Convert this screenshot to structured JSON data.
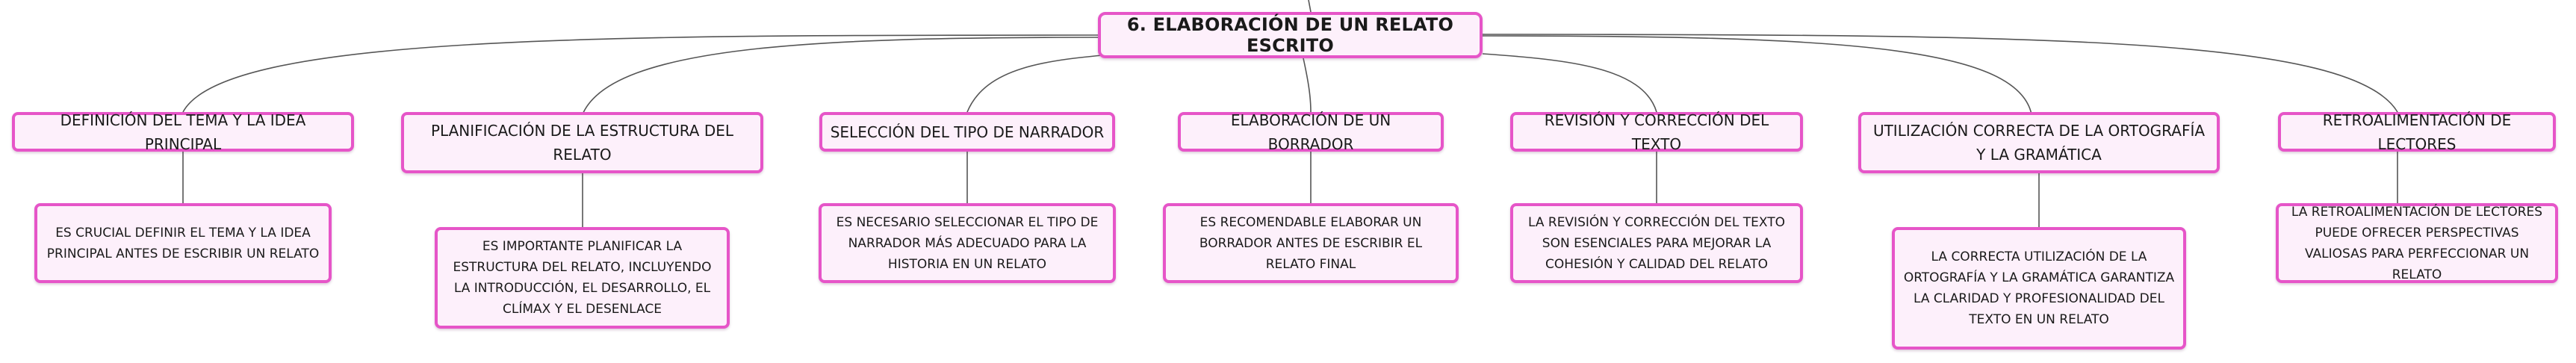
{
  "root": {
    "label": "6. ELABORACIÓN DE UN RELATO ESCRITO"
  },
  "branches": [
    {
      "label": "DEFINICIÓN DEL TEMA Y LA IDEA PRINCIPAL",
      "detail": "ES CRUCIAL DEFINIR EL TEMA Y LA IDEA PRINCIPAL ANTES DE ESCRIBIR UN RELATO"
    },
    {
      "label": "PLANIFICACIÓN DE LA ESTRUCTURA DEL RELATO",
      "detail": "ES IMPORTANTE PLANIFICAR LA ESTRUCTURA DEL RELATO, INCLUYENDO LA INTRODUCCIÓN, EL DESARROLLO, EL CLÍMAX Y EL DESENLACE"
    },
    {
      "label": "SELECCIÓN DEL TIPO DE NARRADOR",
      "detail": "ES NECESARIO SELECCIONAR EL TIPO DE NARRADOR MÁS ADECUADO PARA LA HISTORIA EN UN RELATO"
    },
    {
      "label": "ELABORACIÓN DE UN BORRADOR",
      "detail": "ES RECOMENDABLE ELABORAR UN BORRADOR ANTES DE ESCRIBIR EL RELATO FINAL"
    },
    {
      "label": "REVISIÓN Y CORRECCIÓN DEL TEXTO",
      "detail": "LA REVISIÓN Y CORRECCIÓN DEL TEXTO SON ESENCIALES PARA MEJORAR LA COHESIÓN Y CALIDAD DEL RELATO"
    },
    {
      "label": "UTILIZACIÓN CORRECTA DE LA ORTOGRAFÍA Y LA GRAMÁTICA",
      "detail": "LA CORRECTA UTILIZACIÓN DE LA ORTOGRAFÍA Y LA GRAMÁTICA GARANTIZA LA CLARIDAD Y PROFESIONALIDAD DEL TEXTO EN UN RELATO"
    },
    {
      "label": "RETROALIMENTACIÓN DE LECTORES",
      "detail": "LA RETROALIMENTACIÓN DE LECTORES PUEDE OFRECER PERSPECTIVAS VALIOSAS PARA PERFECCIONAR UN RELATO"
    }
  ],
  "colors": {
    "node_fill": "#fdf0fb",
    "node_border": "#e655c8",
    "connector": "#555555"
  }
}
